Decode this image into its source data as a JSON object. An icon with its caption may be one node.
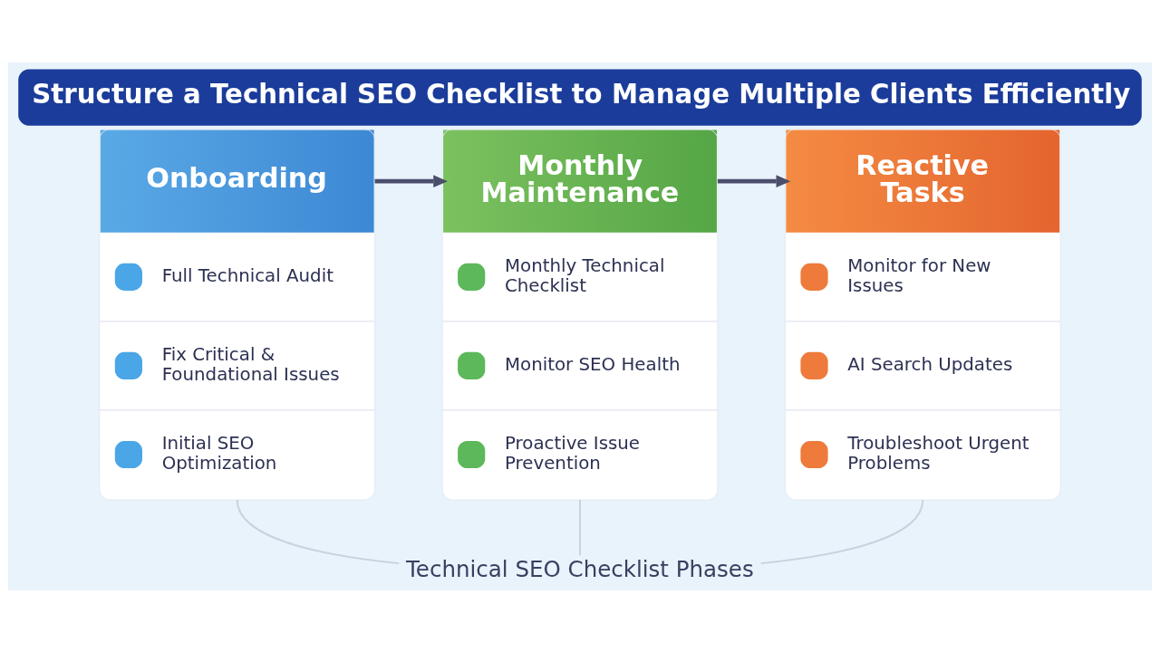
{
  "diagram": {
    "title": "Structure a Technical SEO Checklist to Manage Multiple Clients Efficiently",
    "nodes": [
      {
        "text": [
          "Onboarding",
          "Full Technical Audit",
          "Fix Critical & Foundational Issues",
          "Initial SEO Optimization"
        ]
      },
      {
        "text": [
          "Monthly Maintenance",
          "Monthly Technical Checklist",
          "Monitor SEO Health",
          "Proactive Issue Prevention"
        ]
      },
      {
        "text": [
          "Reactive Tasks",
          "Monitor for New Issues",
          "AI Search Updates",
          "Troubleshoot Urgent Problems"
        ]
      },
      {
        "text": [
          "Technical SEO Checklist Phases"
        ]
      }
    ],
    "edges": [
      {
        "from": 0,
        "to": 1,
        "arrow": "to",
        "style": "thick",
        "color": "#4a4e6b"
      },
      {
        "from": 1,
        "to": 2,
        "arrow": "to",
        "style": "thick",
        "color": "#4a4e6b"
      },
      {
        "from": 0,
        "to": 3,
        "arrow": "none"
      },
      {
        "from": 1,
        "to": 3,
        "arrow": "none"
      },
      {
        "from": 2,
        "to": 3,
        "arrow": "none"
      }
    ]
  }
}
